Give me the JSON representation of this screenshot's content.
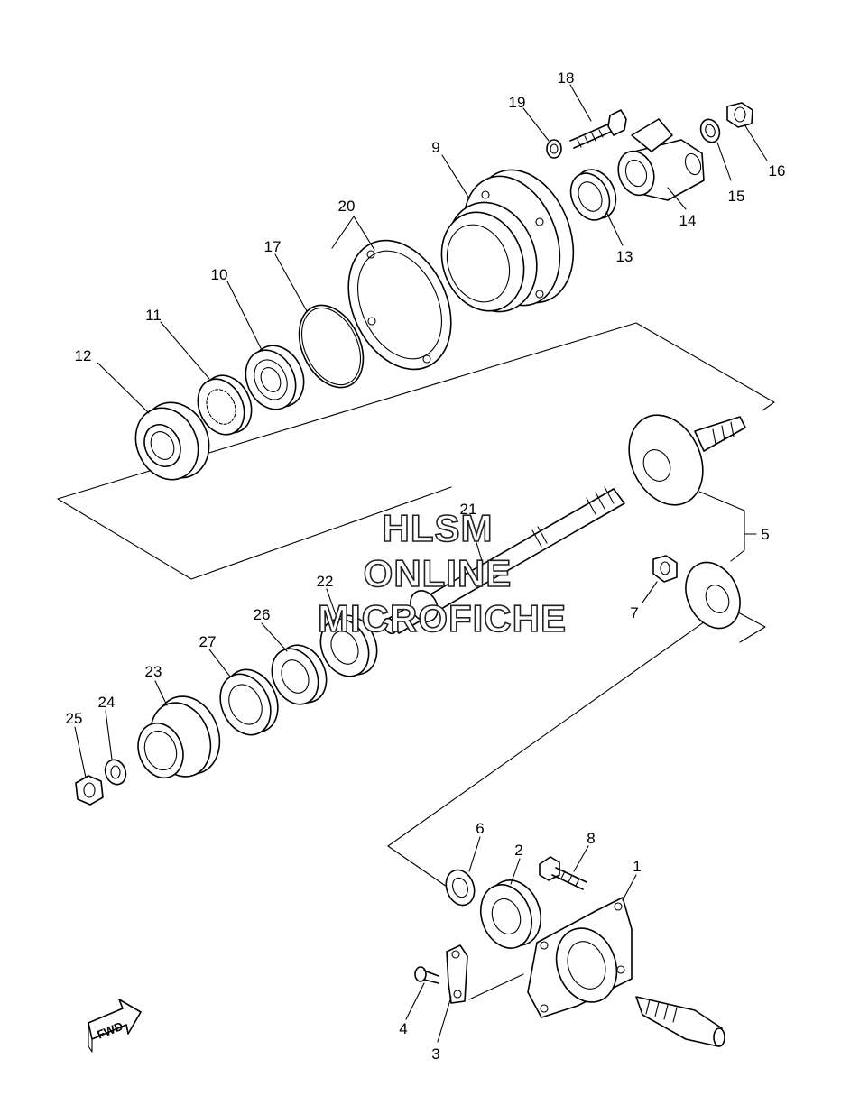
{
  "callouts": [
    {
      "id": "p1",
      "text": "1"
    },
    {
      "id": "p2",
      "text": "2"
    },
    {
      "id": "p3",
      "text": "3"
    },
    {
      "id": "p4",
      "text": "4"
    },
    {
      "id": "p5",
      "text": "5"
    },
    {
      "id": "p6",
      "text": "6"
    },
    {
      "id": "p7",
      "text": "7"
    },
    {
      "id": "p8",
      "text": "8"
    },
    {
      "id": "p9",
      "text": "9"
    },
    {
      "id": "p10",
      "text": "10"
    },
    {
      "id": "p11",
      "text": "11"
    },
    {
      "id": "p12",
      "text": "12"
    },
    {
      "id": "p13",
      "text": "13"
    },
    {
      "id": "p14",
      "text": "14"
    },
    {
      "id": "p15",
      "text": "15"
    },
    {
      "id": "p16",
      "text": "16"
    },
    {
      "id": "p17",
      "text": "17"
    },
    {
      "id": "p18",
      "text": "18"
    },
    {
      "id": "p19",
      "text": "19"
    },
    {
      "id": "p20",
      "text": "20"
    },
    {
      "id": "p21",
      "text": "21"
    },
    {
      "id": "p22",
      "text": "22"
    },
    {
      "id": "p23",
      "text": "23"
    },
    {
      "id": "p24",
      "text": "24"
    },
    {
      "id": "p25",
      "text": "25"
    },
    {
      "id": "p26",
      "text": "26"
    },
    {
      "id": "p27",
      "text": "27"
    }
  ],
  "watermark": {
    "line1": "HLSM",
    "line2": "ONLINE",
    "line3": "MICROFICHE"
  },
  "fwd_label": "FWD"
}
